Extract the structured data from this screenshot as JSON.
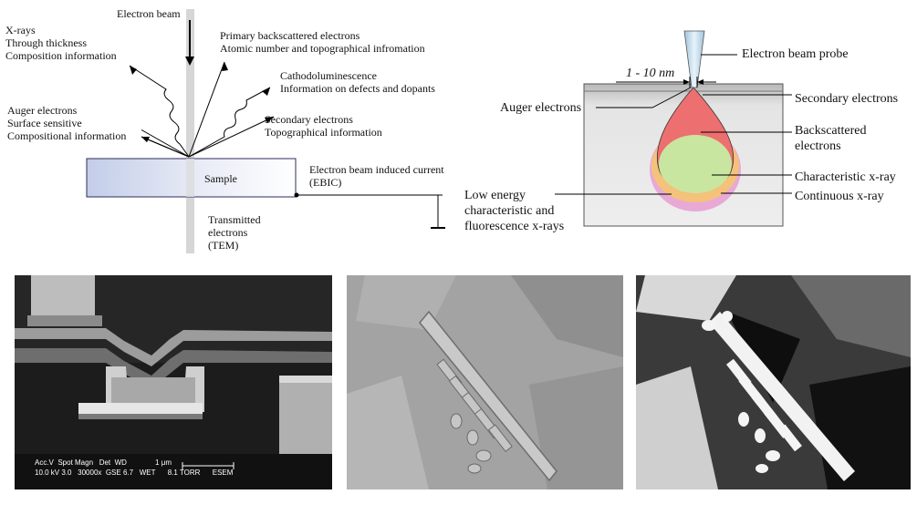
{
  "diagram_left": {
    "electron_beam": "Electron beam",
    "xrays": [
      "X-rays",
      "Through thickness",
      "Composition information"
    ],
    "backscattered": [
      "Primary backscattered electrons",
      "Atomic number and topographical infromation"
    ],
    "cathodo": [
      "Cathodoluminescence",
      "Information on defects and dopants"
    ],
    "auger": [
      "Auger electrons",
      "Surface sensitive",
      "Compositional information"
    ],
    "secondary": [
      "Secondary electrons",
      "Topographical information"
    ],
    "sample": "Sample",
    "ebic": [
      "Electron beam induced current",
      "(EBIC)"
    ],
    "transmitted": [
      "Transmitted",
      "electrons",
      "(TEM)"
    ]
  },
  "diagram_right": {
    "probe": "Electron beam probe",
    "size": "1 - 10 nm",
    "secondary": "Secondary electrons",
    "auger": "Auger electrons",
    "backscattered": [
      "Backscattered",
      "electrons"
    ],
    "characteristic": "Characteristic x-ray",
    "continuous": "Continuous x-ray",
    "low_energy": [
      "Low energy",
      "characteristic and",
      "fluorescence x-rays"
    ],
    "colors": {
      "red": "#ee6f6f",
      "green": "#c8e6a0",
      "orange": "#f4c27a",
      "pink": "#e8a9d6"
    }
  },
  "sem_image": {
    "databar_line1": "Acc.V  Spot Magn   Det  WD              1 μm",
    "databar_line2": "10.0 kV 3.0   30000x  GSE 6.7   WET      8.1 TORR      ESEM"
  }
}
